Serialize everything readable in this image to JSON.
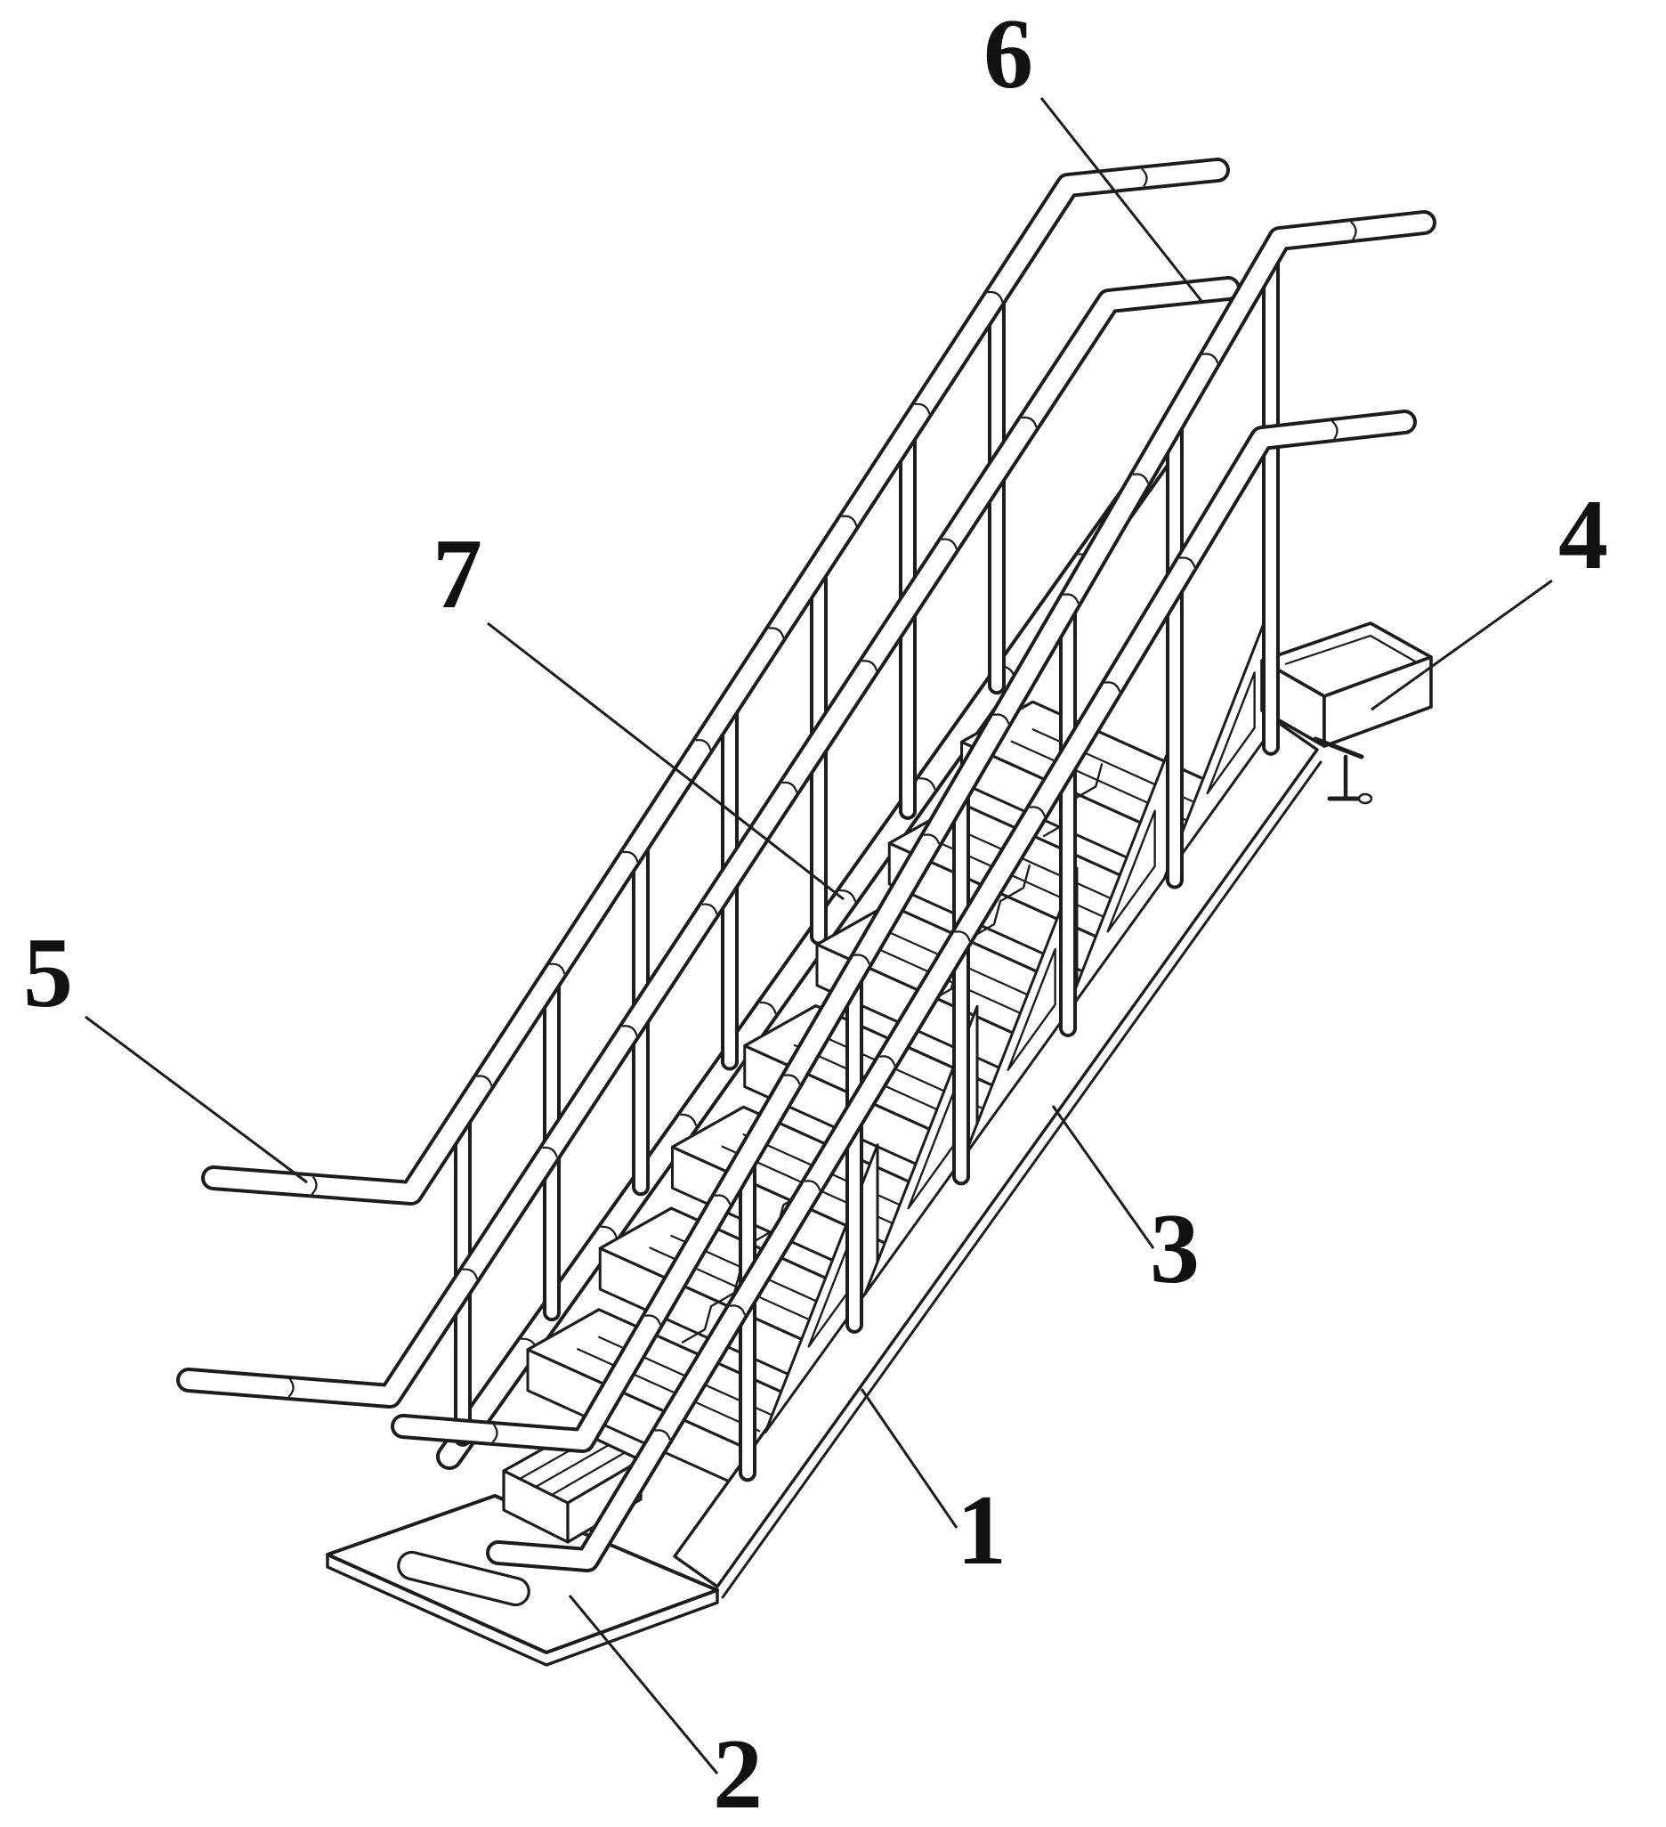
{
  "figure": {
    "background_color": "#ffffff",
    "ink_color": "#1c1c1c",
    "labels": [
      {
        "ref": "1",
        "text": "1"
      },
      {
        "ref": "2",
        "text": "2"
      },
      {
        "ref": "3",
        "text": "3"
      },
      {
        "ref": "4",
        "text": "4"
      },
      {
        "ref": "5",
        "text": "5"
      },
      {
        "ref": "6",
        "text": "6"
      },
      {
        "ref": "7",
        "text": "7"
      }
    ]
  }
}
